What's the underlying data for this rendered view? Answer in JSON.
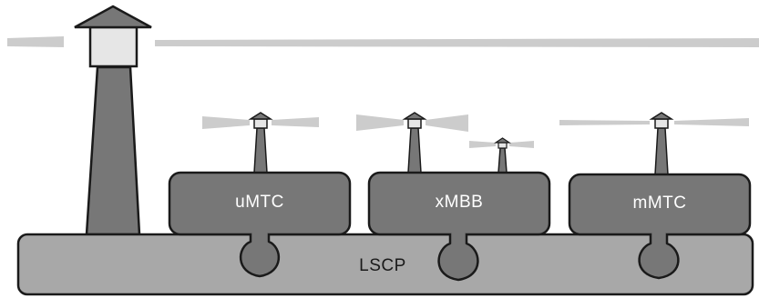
{
  "diagram": {
    "platform": {
      "label": "LSCP"
    },
    "slices": [
      {
        "id": "umtc",
        "label": "uMTC"
      },
      {
        "id": "xmbb",
        "label": "xMBB"
      },
      {
        "id": "mmtc",
        "label": "mMTC"
      }
    ]
  },
  "colors": {
    "tower_fill": "#777777",
    "platform_fill": "#a8a8a8",
    "slice_fill": "#777777",
    "beam": "#cccccc",
    "outline": "#1a1a1a",
    "lantern": "#e6e6e6"
  }
}
